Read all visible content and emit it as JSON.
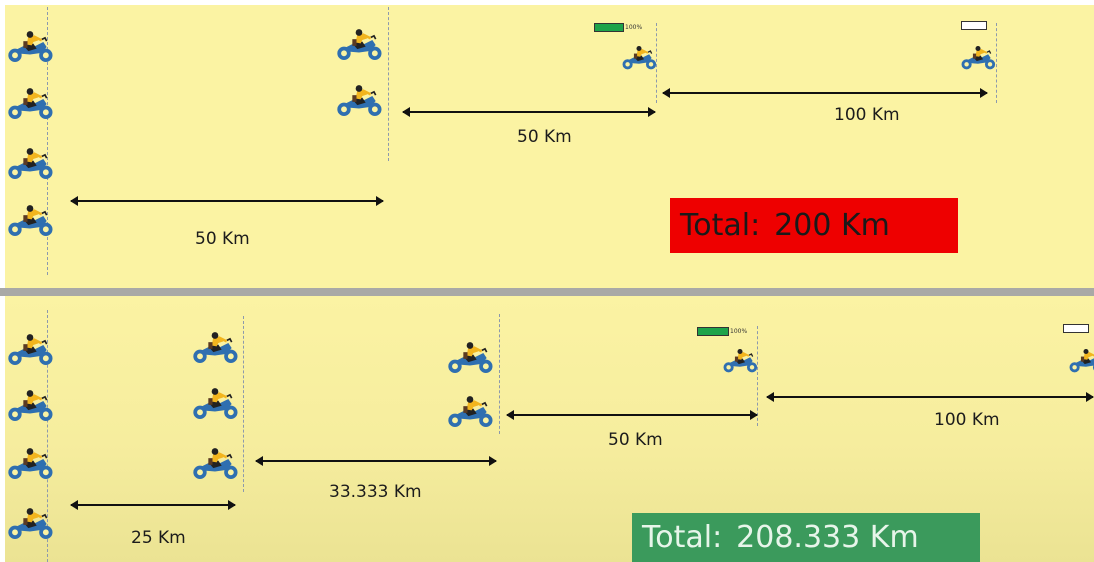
{
  "scenarios": [
    {
      "id": "four-bikes",
      "segments": [
        "50 Km",
        "50 Km",
        "100 Km"
      ],
      "fuel_gauges": [
        {
          "state": "full",
          "label": "100%"
        },
        {
          "state": "empty",
          "label": ""
        }
      ],
      "total": {
        "label": "Total:",
        "value": "200 Km",
        "color": "#ee0000"
      }
    },
    {
      "id": "five-bikes",
      "segments": [
        "25 Km",
        "33.333 Km",
        "50 Km",
        "100 Km"
      ],
      "fuel_gauges": [
        {
          "state": "full",
          "label": "100%"
        },
        {
          "state": "empty",
          "label": ""
        }
      ],
      "total": {
        "label": "Total:",
        "value": "208.333 Km",
        "color": "#3b9a5c"
      }
    }
  ],
  "colors": {
    "background": "#fbf3a3",
    "divider": "#a9a9a6",
    "fuel_full": "#1ea34a",
    "bike_wheel": "#2f6fb0",
    "rider_jacket": "#f2b51e"
  },
  "icons": {
    "bike": "motorbike-rider-icon",
    "fuel": "fuel-gauge-icon"
  }
}
